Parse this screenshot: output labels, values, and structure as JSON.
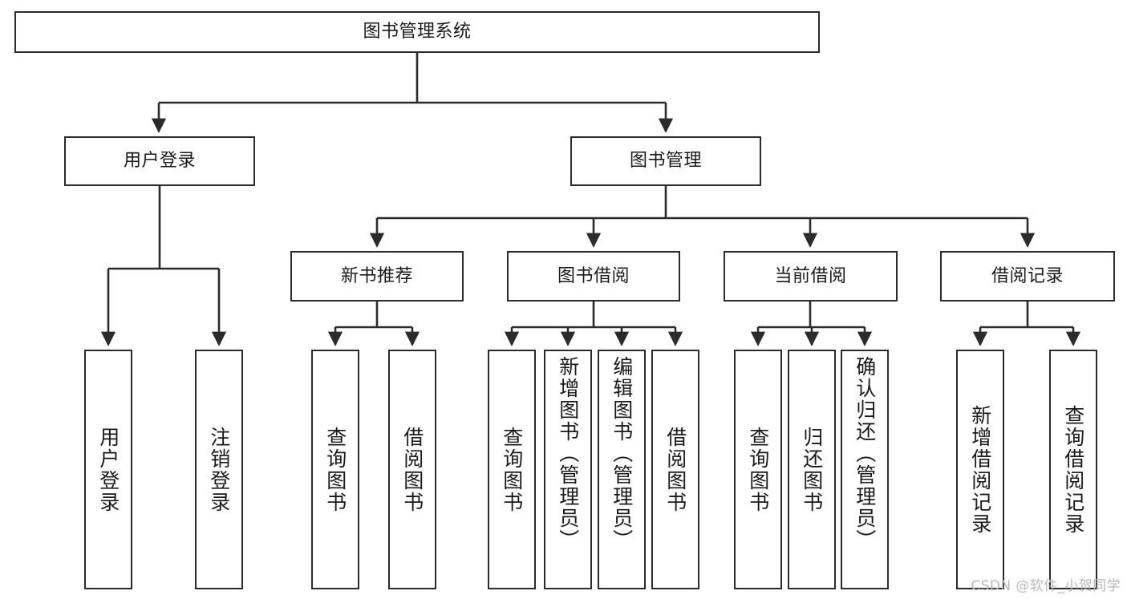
{
  "diagram": {
    "type": "tree",
    "title": "图书管理系统",
    "root": {
      "label": "图书管理系统"
    },
    "level2": [
      {
        "label": "用户登录"
      },
      {
        "label": "图书管理"
      }
    ],
    "level3": [
      {
        "label": "新书推荐"
      },
      {
        "label": "图书借阅"
      },
      {
        "label": "当前借阅"
      },
      {
        "label": "借阅记录"
      }
    ],
    "leaves": {
      "user_login": [
        {
          "label": "用户登录"
        },
        {
          "label": "注销登录"
        }
      ],
      "new_book_recommend": [
        {
          "label": "查询图书"
        },
        {
          "label": "借阅图书"
        }
      ],
      "book_borrow": [
        {
          "label": "查询图书"
        },
        {
          "label": "新增图书（管理员）"
        },
        {
          "label": "编辑图书（管理员）"
        },
        {
          "label": "借阅图书"
        }
      ],
      "current_borrow": [
        {
          "label": "查询图书"
        },
        {
          "label": "归还图书"
        },
        {
          "label": "确认归还（管理员）"
        }
      ],
      "borrow_record": [
        {
          "label": "新增借阅记录"
        },
        {
          "label": "查询借阅记录"
        }
      ]
    },
    "colors": {
      "border": "#2b2b2b",
      "line": "#2b2b2b",
      "background": "#ffffff",
      "text": "#1a1a1a",
      "watermark": "#b9b9b9"
    }
  },
  "watermark": {
    "text": "CSDN @软件_小贺同学"
  }
}
